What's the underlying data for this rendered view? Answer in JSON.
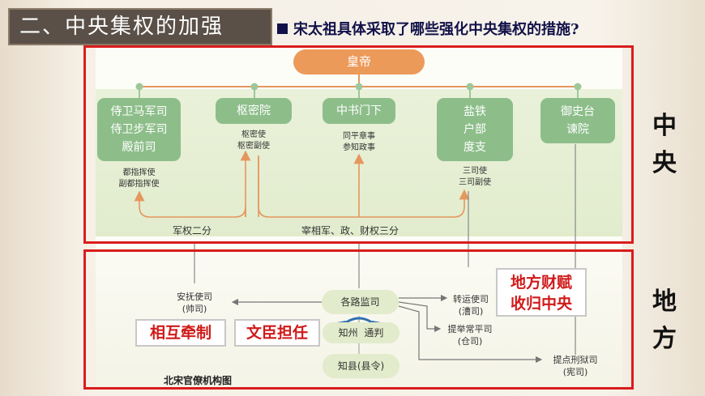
{
  "header": {
    "section_title": "二、中央集权的加强",
    "question": "宋太祖具体采取了哪些强化中央集权的措施?"
  },
  "side_labels": {
    "central_1": "中",
    "central_2": "央",
    "local_1": "地",
    "local_2": "方"
  },
  "central": {
    "emperor": "皇帝",
    "military": {
      "lines": [
        "侍卫马军司",
        "侍卫步军司",
        "殿前司"
      ],
      "officials": [
        "都指挥使",
        "副都指挥使"
      ]
    },
    "privy": {
      "title": "枢密院",
      "officials": [
        "枢密使",
        "枢密副使"
      ]
    },
    "secretariat": {
      "title": "中书门下",
      "officials": [
        "同平章事",
        "参知政事"
      ]
    },
    "finance": {
      "lines": [
        "盐铁",
        "户部",
        "度支"
      ],
      "officials": [
        "三司使",
        "三司副使"
      ]
    },
    "censor": {
      "lines": [
        "御史台",
        "谏院"
      ]
    },
    "military_split": "军权二分",
    "chancellor_split": "宰相军、政、财权三分"
  },
  "local": {
    "pacification": {
      "title": "安抚使司",
      "sub": "(帅司)"
    },
    "circuit": "各路监司",
    "prefecture": {
      "a": "知州",
      "b": "通判"
    },
    "county": "知县(县令)",
    "transport": {
      "title": "转运使司",
      "sub": "(漕司)"
    },
    "granary": {
      "title": "提举常平司",
      "sub": "(仓司)"
    },
    "judicial": {
      "title": "提点刑狱司",
      "sub": "(宪司)"
    }
  },
  "tags": {
    "mutual_check": "相互牵制",
    "civil_officials": "文臣担任",
    "finance_line1": "地方财赋",
    "finance_line2": "收归中央"
  },
  "caption": "北宋官僚机构图",
  "colors": {
    "green_box": "#8dbe8a",
    "orange": "#ec9a5a",
    "frame_red": "#d91d1d",
    "tag_red": "#d01a1a"
  }
}
